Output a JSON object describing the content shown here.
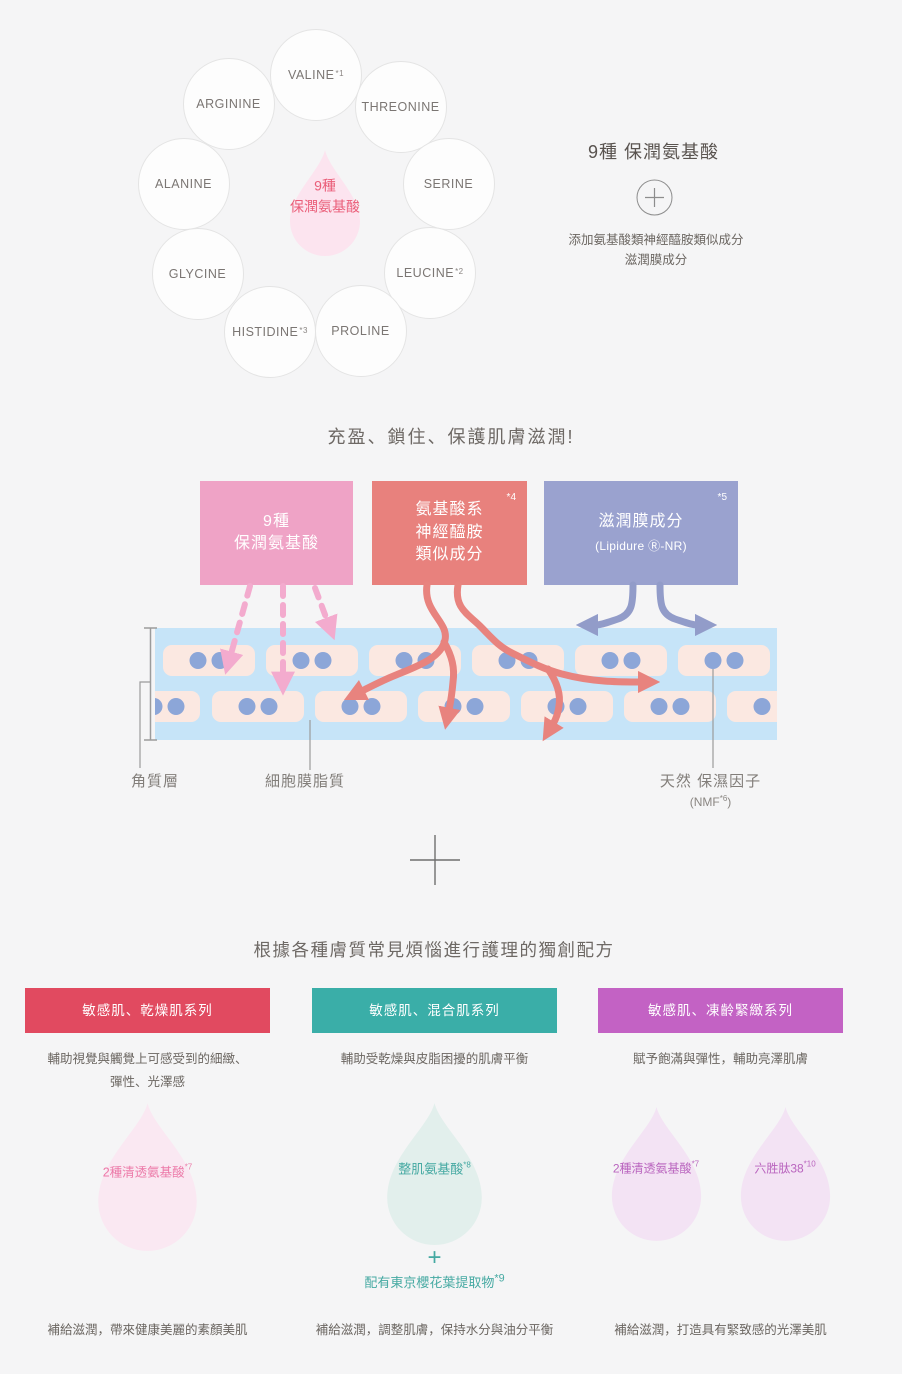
{
  "top_ring": {
    "amino_acids": [
      {
        "name": "VALINE",
        "sup": "*1"
      },
      {
        "name": "ARGININE",
        "sup": ""
      },
      {
        "name": "THREONINE",
        "sup": ""
      },
      {
        "name": "ALANINE",
        "sup": ""
      },
      {
        "name": "SERINE",
        "sup": ""
      },
      {
        "name": "GLYCINE",
        "sup": ""
      },
      {
        "name": "LEUCINE",
        "sup": "*2"
      },
      {
        "name": "HISTIDINE",
        "sup": "*3"
      },
      {
        "name": "PROLINE",
        "sup": ""
      }
    ],
    "droplet_label": "9種\n保潤氨基酸",
    "droplet_color": "#fce4ef",
    "label_color": "#ea5d78"
  },
  "right_summary": {
    "title": "9種 保潤氨基酸",
    "plus_icon": "+",
    "line1": "添加氨基酸類神經醯胺類似成分",
    "line2": "滋潤膜成分"
  },
  "moisture_section": {
    "heading": "充盈、鎖住、保護肌膚滋潤!",
    "boxes": [
      {
        "line1": "9種",
        "line2": "保潤氨基酸",
        "sup": "",
        "color": "#efa3c6"
      },
      {
        "line1": "氨基酸系",
        "line2": "神經醯胺",
        "line3": "類似成分",
        "sup": "*4",
        "color": "#e8817d"
      },
      {
        "line1": "滋潤膜成分",
        "line2": "(Lipidure Ⓡ-NR)",
        "sup": "*5",
        "color": "#9aa2cf"
      }
    ],
    "diagram_colors": {
      "band": "#c6e4f8",
      "cell": "#fbe8e1",
      "dot": "#8ca6d8",
      "pink_arrow": "#f3abce",
      "coral_arrow": "#e8837e",
      "purple_arrow": "#929cc9"
    },
    "labels": {
      "stratum": "角質層",
      "lipid": "細胞膜脂質",
      "nmf": "天然 保濕因子",
      "nmf_open": "(NMF",
      "nmf_sup": "*6",
      "nmf_close": ")"
    }
  },
  "divider_plus": "+",
  "series_section": {
    "heading": "根據各種膚質常見煩惱進行護理的獨創配方",
    "columns": [
      {
        "header": "敏感肌、乾燥肌系列",
        "header_color": "#e14a60",
        "subtitle": "輔助視覺與觸覺上可感受到的細緻、\n彈性、光澤感",
        "drop1_label": "2種清透氨基酸",
        "drop1_sup": "*7",
        "caption": "補給滋潤，帶來健康美麗的素顏美肌"
      },
      {
        "header": "敏感肌、混合肌系列",
        "header_color": "#3aaea8",
        "subtitle": "輔助受乾燥與皮脂困擾的肌膚平衡",
        "drop1_label": "整肌氨基酸",
        "drop1_sup": "*8",
        "plus_icon": "+",
        "extra_label": "配有東京櫻花葉提取物",
        "extra_sup": "*9",
        "caption": "補給滋潤，調整肌膚，保持水分與油分平衡"
      },
      {
        "header": "敏感肌、凍齡緊緻系列",
        "header_color": "#c362c4",
        "subtitle": "賦予飽滿與彈性，輔助亮澤肌膚",
        "drop1_label": "2種清透氨基酸",
        "drop1_sup": "*7",
        "drop2_label": "六胜肽38",
        "drop2_sup": "*10",
        "caption": "補給滋潤，打造具有緊致感的光澤美肌"
      }
    ]
  }
}
